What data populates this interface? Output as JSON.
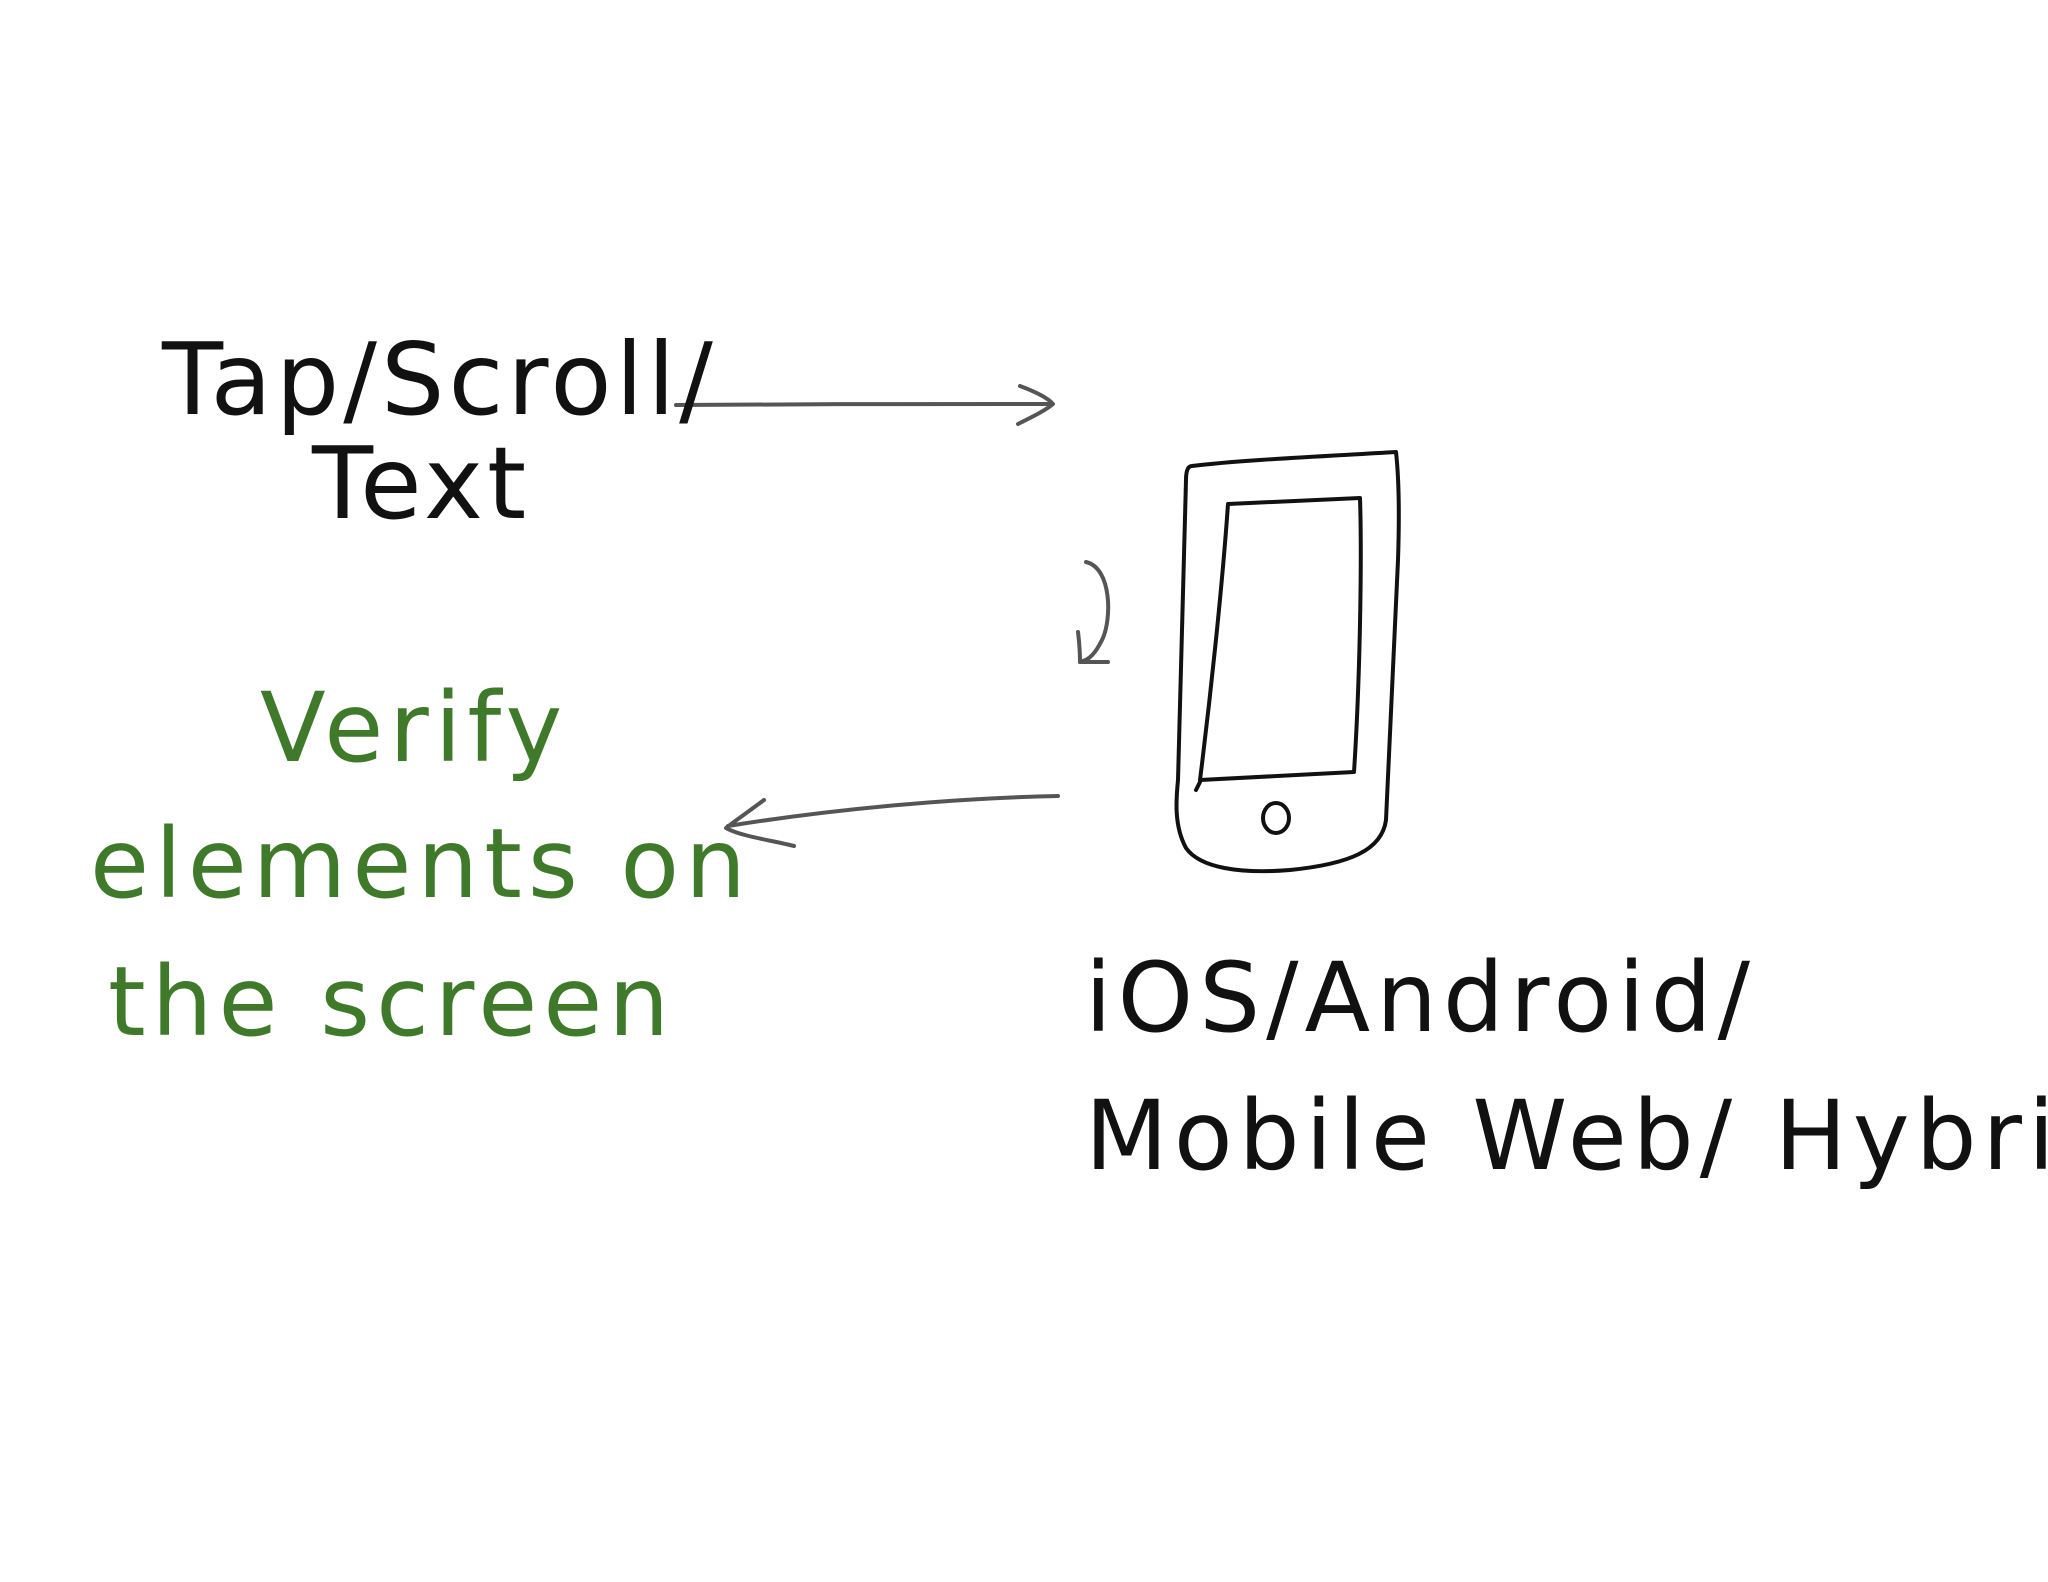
{
  "diagram": {
    "action_label": {
      "line1": "Tap/Scroll/",
      "line2": "Text"
    },
    "verify_label": {
      "line1": "Verify",
      "line2": "elements on",
      "line3": "the screen"
    },
    "platform_label": {
      "line1": "iOS/Android/",
      "line2": "Mobile Web/ Hybrid"
    },
    "device_icon": "mobile-phone-icon",
    "colors": {
      "ink": "#111111",
      "arrow": "#555555",
      "accent_green": "#3f7a2a",
      "background": "#ffffff"
    }
  }
}
